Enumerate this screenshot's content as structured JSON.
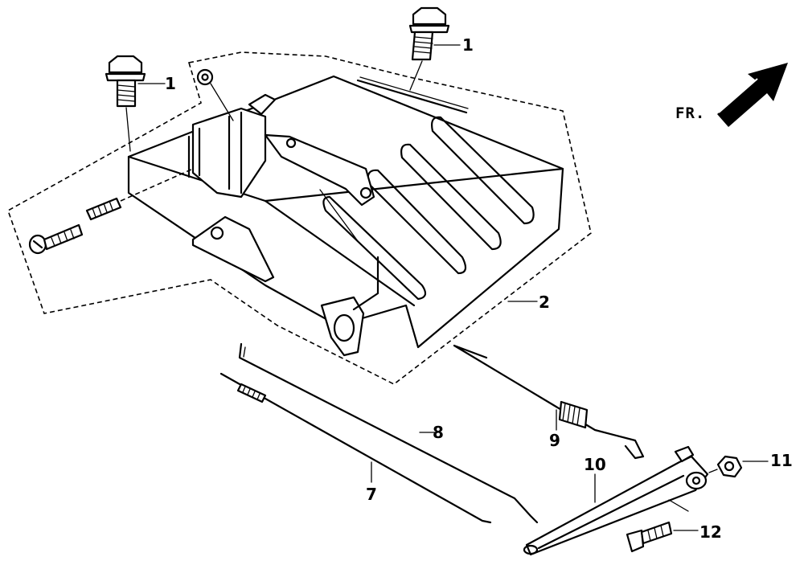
{
  "direction_label": "FR.",
  "callouts": [
    {
      "id": "1a",
      "text": "1"
    },
    {
      "id": "1b",
      "text": "1"
    },
    {
      "id": "2",
      "text": "2"
    },
    {
      "id": "7",
      "text": "7"
    },
    {
      "id": "8",
      "text": "8"
    },
    {
      "id": "9",
      "text": "9"
    },
    {
      "id": "10",
      "text": "10"
    },
    {
      "id": "11",
      "text": "11"
    },
    {
      "id": "12",
      "text": "12"
    }
  ]
}
